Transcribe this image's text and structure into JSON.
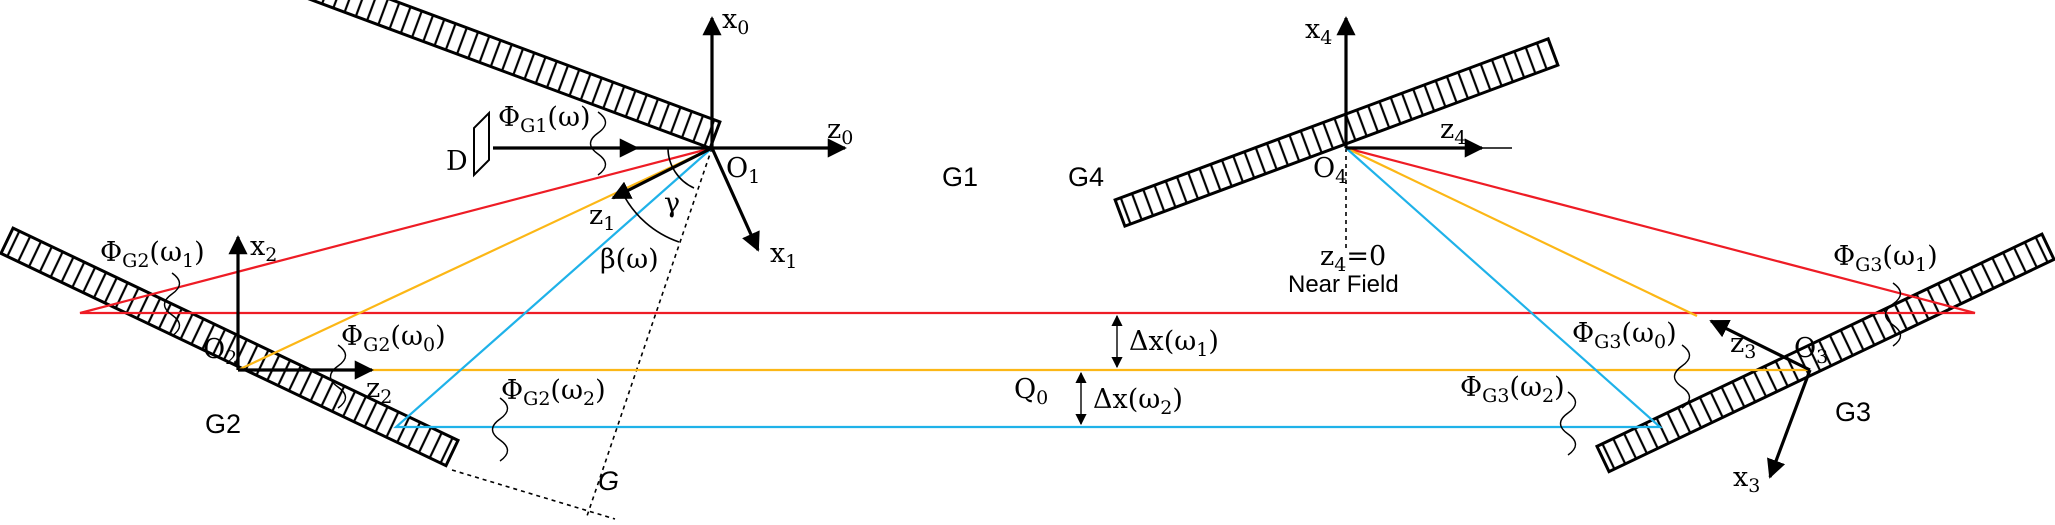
{
  "diagram": {
    "gratings": {
      "g1": "G1",
      "g2": "G2",
      "g3": "G3",
      "g4": "G4"
    },
    "detector": "D",
    "origins": {
      "o1": {
        "base": "O",
        "sub": "1"
      },
      "o2": {
        "base": "O",
        "sub": "2"
      },
      "o3": {
        "base": "O",
        "sub": "3"
      },
      "o4": {
        "base": "O",
        "sub": "4"
      }
    },
    "axes": {
      "x0": {
        "base": "x",
        "sub": "0"
      },
      "z0": {
        "base": "z",
        "sub": "0"
      },
      "x1": {
        "base": "x",
        "sub": "1"
      },
      "z1": {
        "base": "z",
        "sub": "1"
      },
      "x2": {
        "base": "x",
        "sub": "2"
      },
      "z2": {
        "base": "z",
        "sub": "2"
      },
      "x3": {
        "base": "x",
        "sub": "3"
      },
      "z3": {
        "base": "z",
        "sub": "3"
      },
      "x4": {
        "base": "x",
        "sub": "4"
      },
      "z4": {
        "base": "z",
        "sub": "4"
      }
    },
    "phases": {
      "g1": {
        "base": "Φ",
        "sub": "G1",
        "arg": "(ω)"
      },
      "g2_w1": {
        "base": "Φ",
        "sub": "G2",
        "arg_open": "(ω",
        "arg_sub": "1",
        "arg_close": ")"
      },
      "g2_w0": {
        "base": "Φ",
        "sub": "G2",
        "arg_open": "(ω",
        "arg_sub": "0",
        "arg_close": ")"
      },
      "g2_w2": {
        "base": "Φ",
        "sub": "G2",
        "arg_open": "(ω",
        "arg_sub": "2",
        "arg_close": ")"
      },
      "g3_w1": {
        "base": "Φ",
        "sub": "G3",
        "arg_open": "(ω",
        "arg_sub": "1",
        "arg_close": ")"
      },
      "g3_w0": {
        "base": "Φ",
        "sub": "G3",
        "arg_open": "(ω",
        "arg_sub": "0",
        "arg_close": ")"
      },
      "g3_w2": {
        "base": "Φ",
        "sub": "G3",
        "arg_open": "(ω",
        "arg_sub": "2",
        "arg_close": ")"
      }
    },
    "angles": {
      "gamma": "γ",
      "beta": "β(ω)"
    },
    "displacements": {
      "dx_w1": {
        "open": "Δx(ω",
        "sub": "1",
        "close": ")"
      },
      "dx_w2": {
        "open": "Δx(ω",
        "sub": "2",
        "close": ")"
      }
    },
    "q0": {
      "base": "Q",
      "sub": "0"
    },
    "g_distance": "G",
    "near_field": {
      "z4_eq": {
        "base": "z",
        "sub": "4",
        "rest": "=0"
      },
      "label": "Near Field"
    },
    "ray_colors": {
      "omega1": "#ee1c25",
      "omega0": "#fcb716",
      "omega2": "#1fb2e9"
    }
  }
}
